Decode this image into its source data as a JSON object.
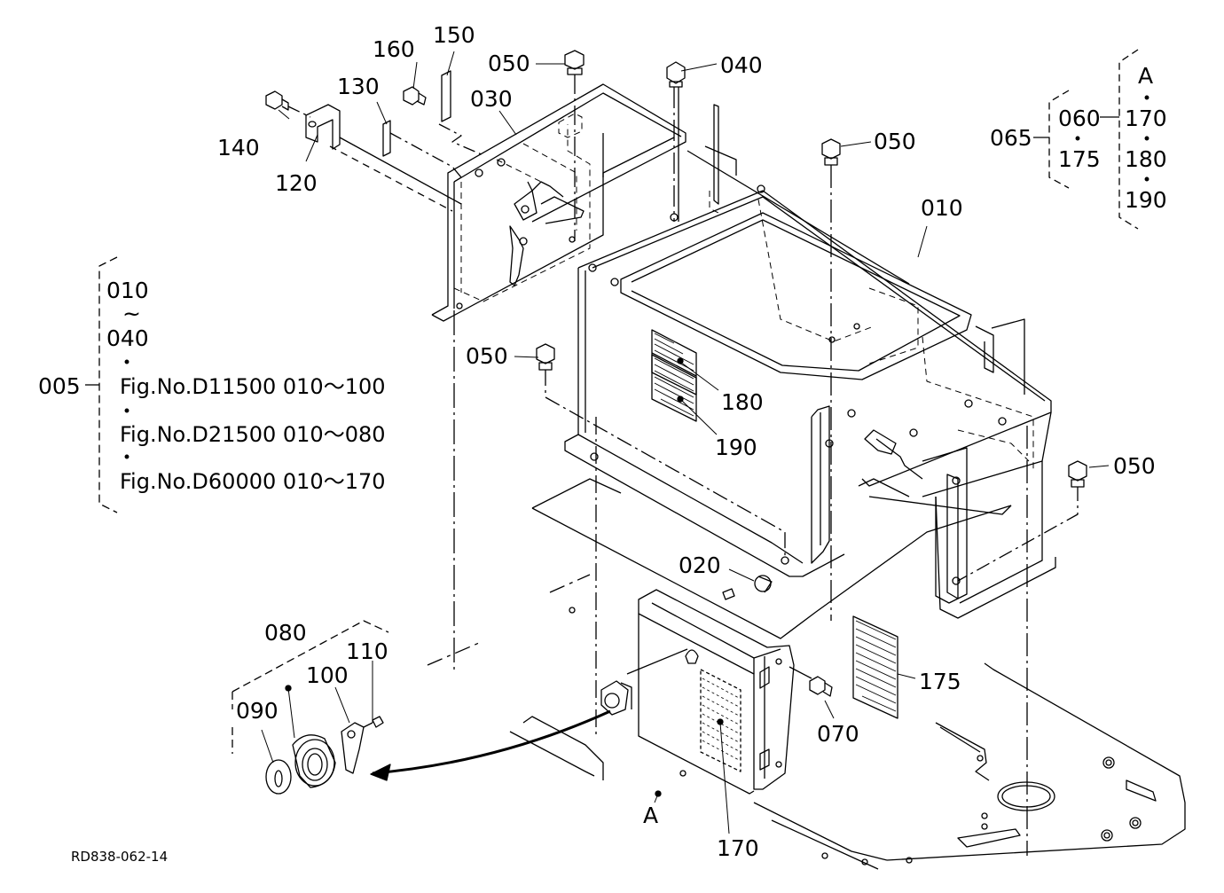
{
  "drawing_code": "RD838-062-14",
  "parts": {
    "p005": "005",
    "p010": "010",
    "p020": "020",
    "p030": "030",
    "p040": "040",
    "p050a": "050",
    "p050b": "050",
    "p050c": "050",
    "p050d": "050",
    "p060": "060",
    "p065": "065",
    "p070": "070",
    "p080": "080",
    "p090": "090",
    "p100": "100",
    "p110": "110",
    "p120": "120",
    "p130": "130",
    "p140": "140",
    "p150": "150",
    "p160": "160",
    "p170": "170",
    "p175": "175",
    "p180": "180",
    "p190": "190",
    "pA": "A"
  },
  "group005": {
    "first": "010",
    "tilde": "~",
    "last": "040",
    "refs": [
      "Fig.No.D11500  010～100",
      "Fig.No.D21500  010～080",
      "Fig.No.D60000  010～170"
    ]
  },
  "group065": {
    "a": "A",
    "col1": [
      "060",
      "175"
    ],
    "col2": [
      "170",
      "180",
      "190"
    ]
  }
}
